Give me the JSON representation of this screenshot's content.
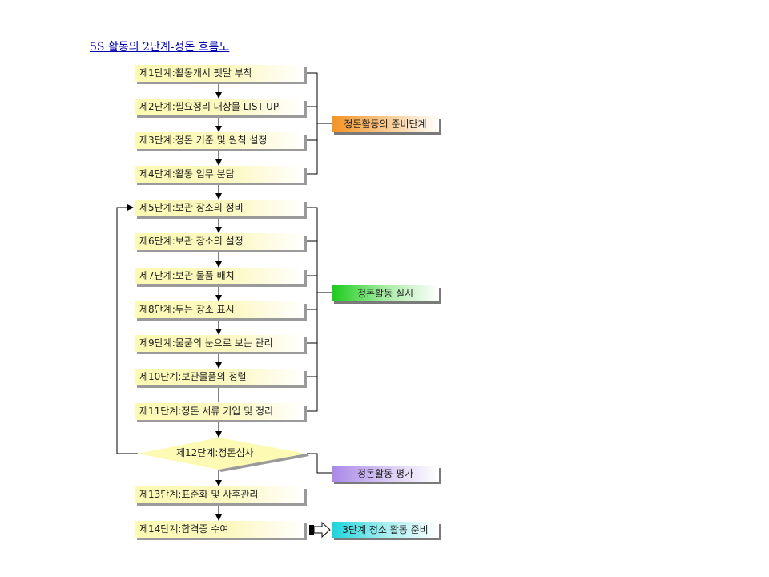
{
  "title": "5S 활동의 2단계-정돈 흐름도",
  "steps": [
    "제1단계:활동개시 팻말 부착",
    "제2단계:필요정리 대상물 LIST-UP",
    "제3단계:정돈 기준 및 원칙 설정",
    "제4단계:활동 임무 분담",
    "제5단계:보관 장소의 정비",
    "제6단계:보관 장소의 설정",
    "제7단계:보관 물품 배치",
    "제8단계:두는 장소 표시",
    "제9단계:물품의  눈으로 보는 관리",
    "제10단계:보관물품의 정렬",
    "제11단계:정돈 서류 기입 및 정리",
    "제12단계:정돈심사",
    "제13단계:표준화 및 사후관리",
    "제14단계:합격증 수여"
  ],
  "labels": {
    "prep": "정돈활동의 준비단계",
    "exec": "정돈활동 실시",
    "eval": "정돈활동 평가",
    "next": "3단계 청소 활동 준비"
  },
  "colors": {
    "title": "#0000b0",
    "step_fill": "#fdfab4",
    "prep": "#f39323",
    "exec": "#19cc19",
    "eval": "#a987e8",
    "next": "#1bd4dc"
  }
}
